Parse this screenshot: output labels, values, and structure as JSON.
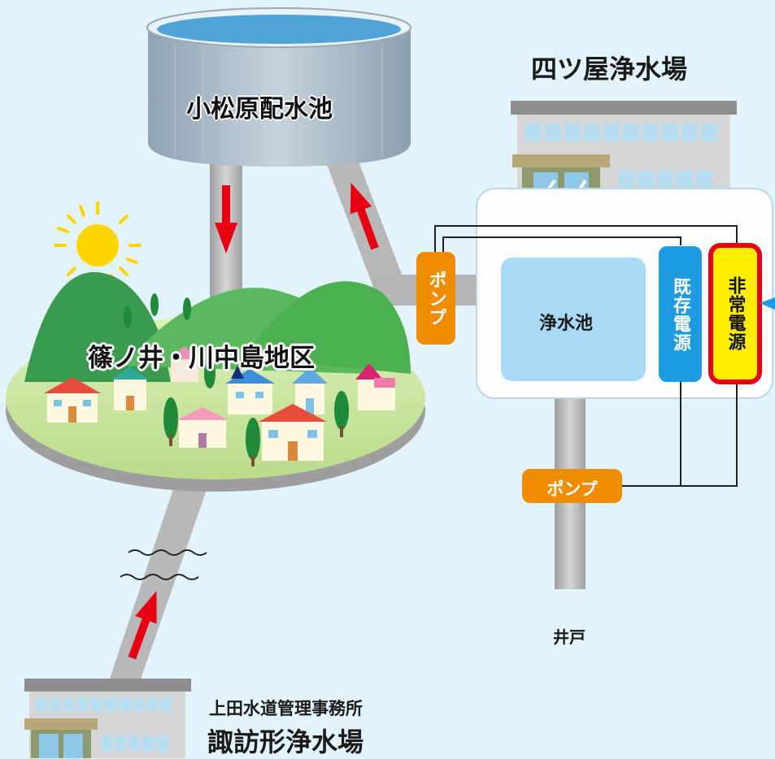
{
  "labels": {
    "reservoir": "小松原配水池",
    "plant_yotsuya": "四ツ屋浄水場",
    "district": "篠ノ井・川中島地区",
    "clean_tank": "浄水池",
    "existing_power": "既存電源",
    "emergency_power": "非常電源",
    "pump": "ポンプ",
    "well": "井戸",
    "office": "上田水道管理事務所",
    "plant_suwagata": "諏訪形浄水場"
  },
  "colors": {
    "background": "#e3f3fb",
    "pipe": "#bdbdbd",
    "pump": "#f08c00",
    "existing_power": "#1e9be0",
    "emergency_power_fill": "#ffed00",
    "emergency_power_border": "#e60012",
    "clean_tank": "#a8daf5",
    "arrow": "#e60012"
  }
}
